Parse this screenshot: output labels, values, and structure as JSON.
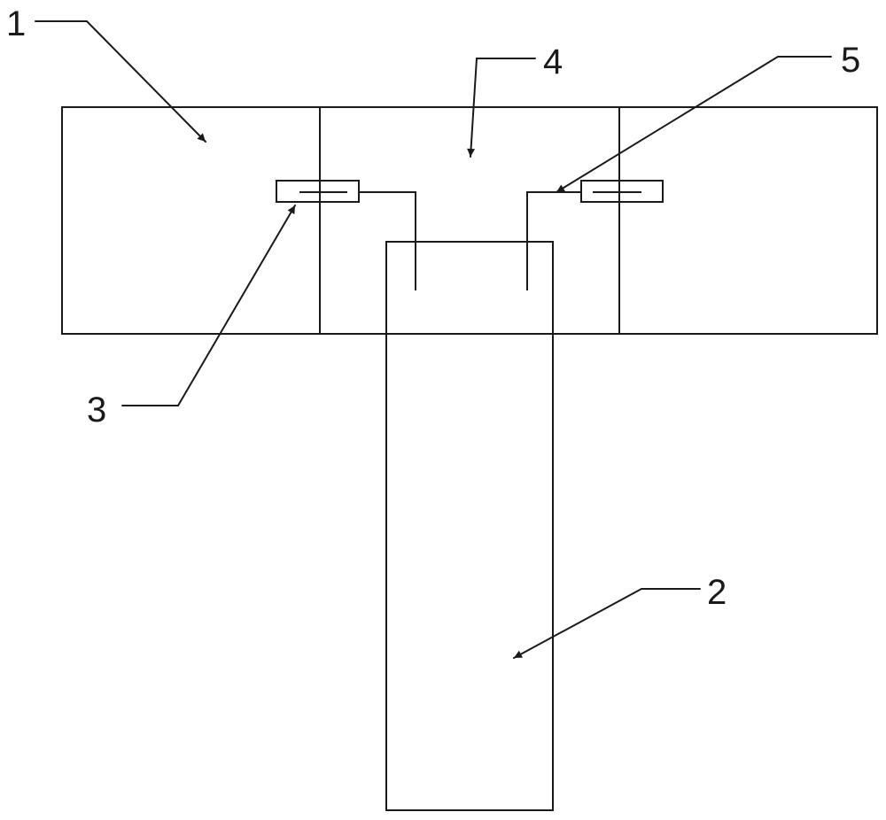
{
  "colors": {
    "line": "#1a1a1a",
    "background": "#ffffff"
  },
  "labels": {
    "part_1": "1",
    "part_2": "2",
    "part_3": "3",
    "part_4": "4",
    "part_5": "5"
  }
}
